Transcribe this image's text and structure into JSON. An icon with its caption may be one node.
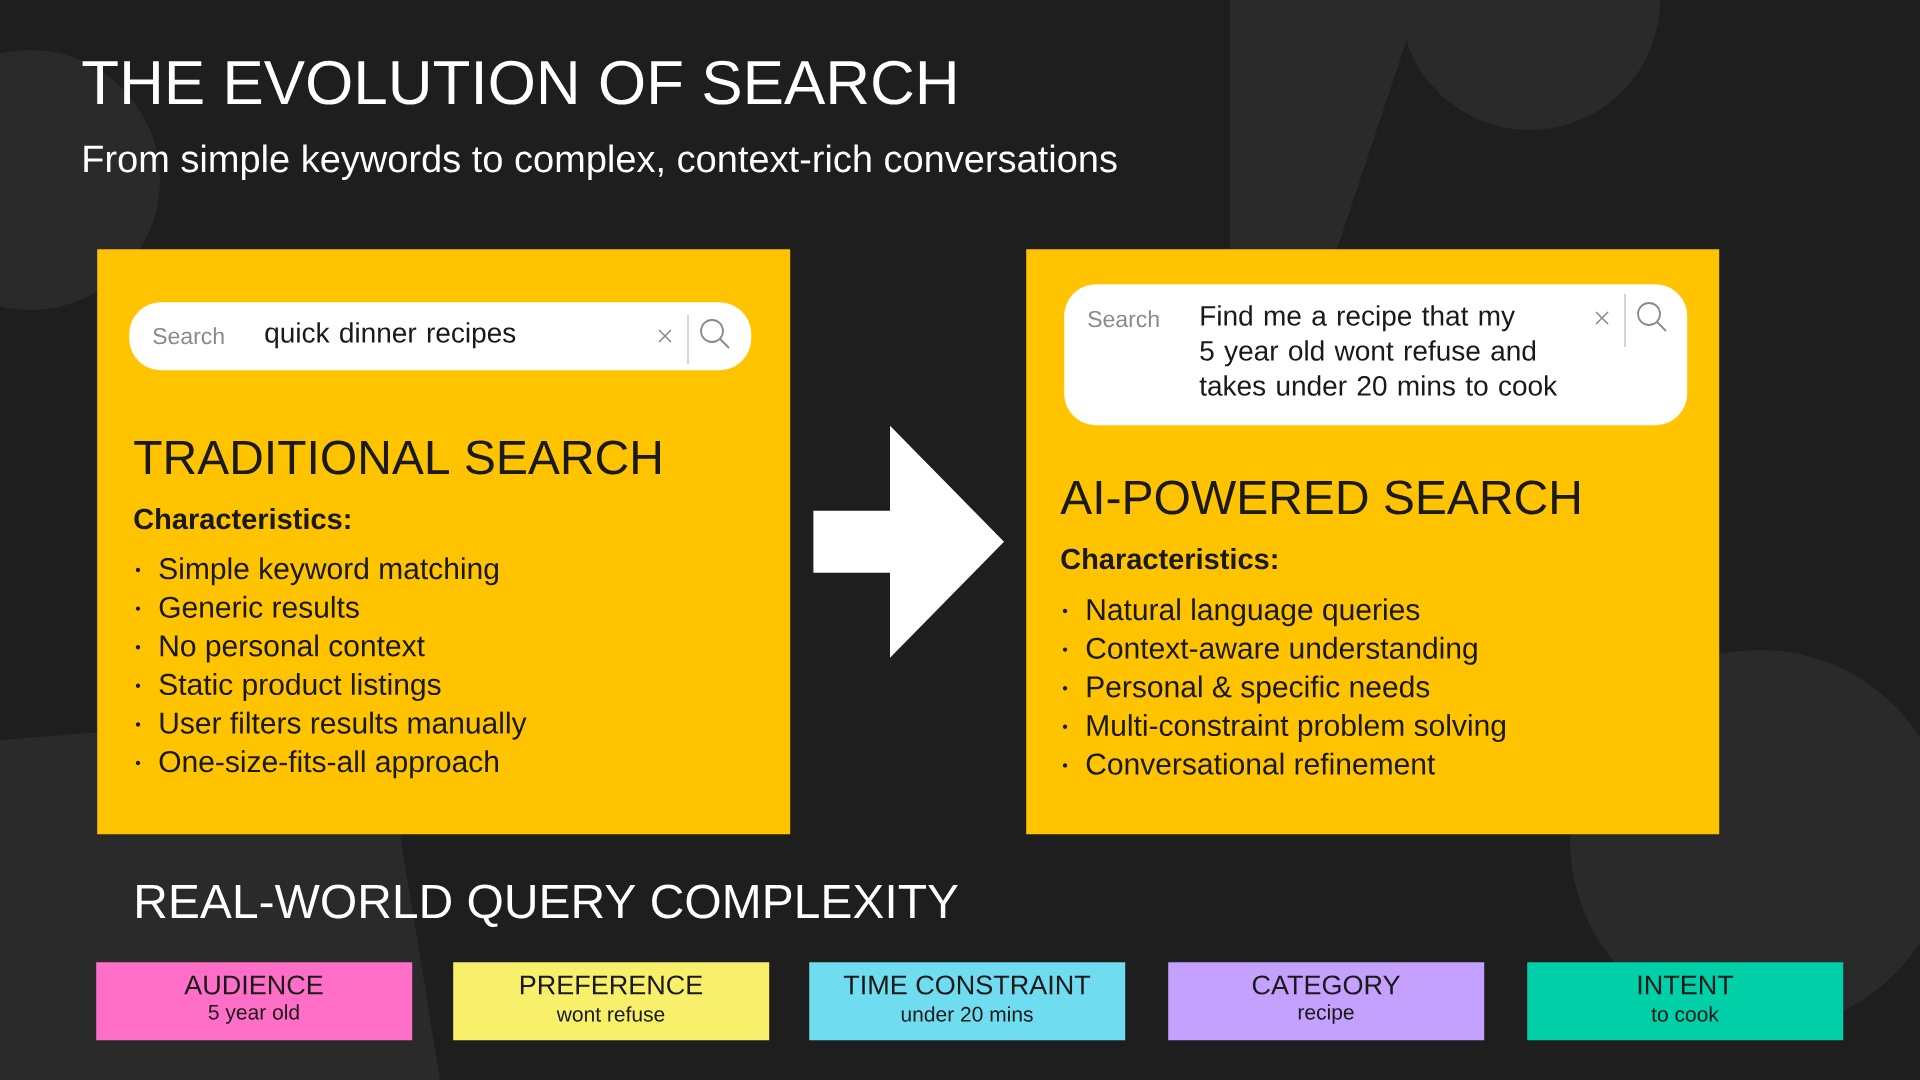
{
  "diagram": {
    "title": "THE EVOLUTION OF SEARCH",
    "nodes": [
      {
        "text": [
          "TRADITIONAL SEARCH",
          "Characteristics:",
          "Simple keyword matching",
          "Generic results",
          "No personal context",
          "Static product listings",
          "User filters results manually",
          "One-size-fits-all approach"
        ]
      },
      {
        "text": [
          "Search",
          "quick dinner recipes"
        ],
        "in": 0
      },
      {
        "text": [
          "AI-POWERED SEARCH",
          "Characteristics:",
          "Natural language queries",
          "Context-aware understanding",
          "Personal & specific needs",
          "Multi-constraint problem solving",
          "Conversational refinement"
        ]
      },
      {
        "text": [
          "Search",
          "Find me a recipe that my 5 year old wont refuse and takes under 20 mins to cook"
        ],
        "in": 2
      },
      {
        "text": [
          "AUDIENCE",
          "5 year old"
        ]
      },
      {
        "text": [
          "PREFERENCE",
          "wont refuse"
        ]
      },
      {
        "text": [
          "TIME CONSTRAINT",
          "under 20 mins"
        ]
      },
      {
        "text": [
          "CATEGORY",
          "recipe"
        ]
      },
      {
        "text": [
          "INTENT",
          "to cook"
        ]
      }
    ],
    "edges": [
      {
        "from": 0,
        "to": 2,
        "arrow": "to"
      }
    ],
    "labels": [
      "From simple keywords to complex, context-rich conversations",
      "REAL-WORLD QUERY COMPLEXITY"
    ]
  }
}
